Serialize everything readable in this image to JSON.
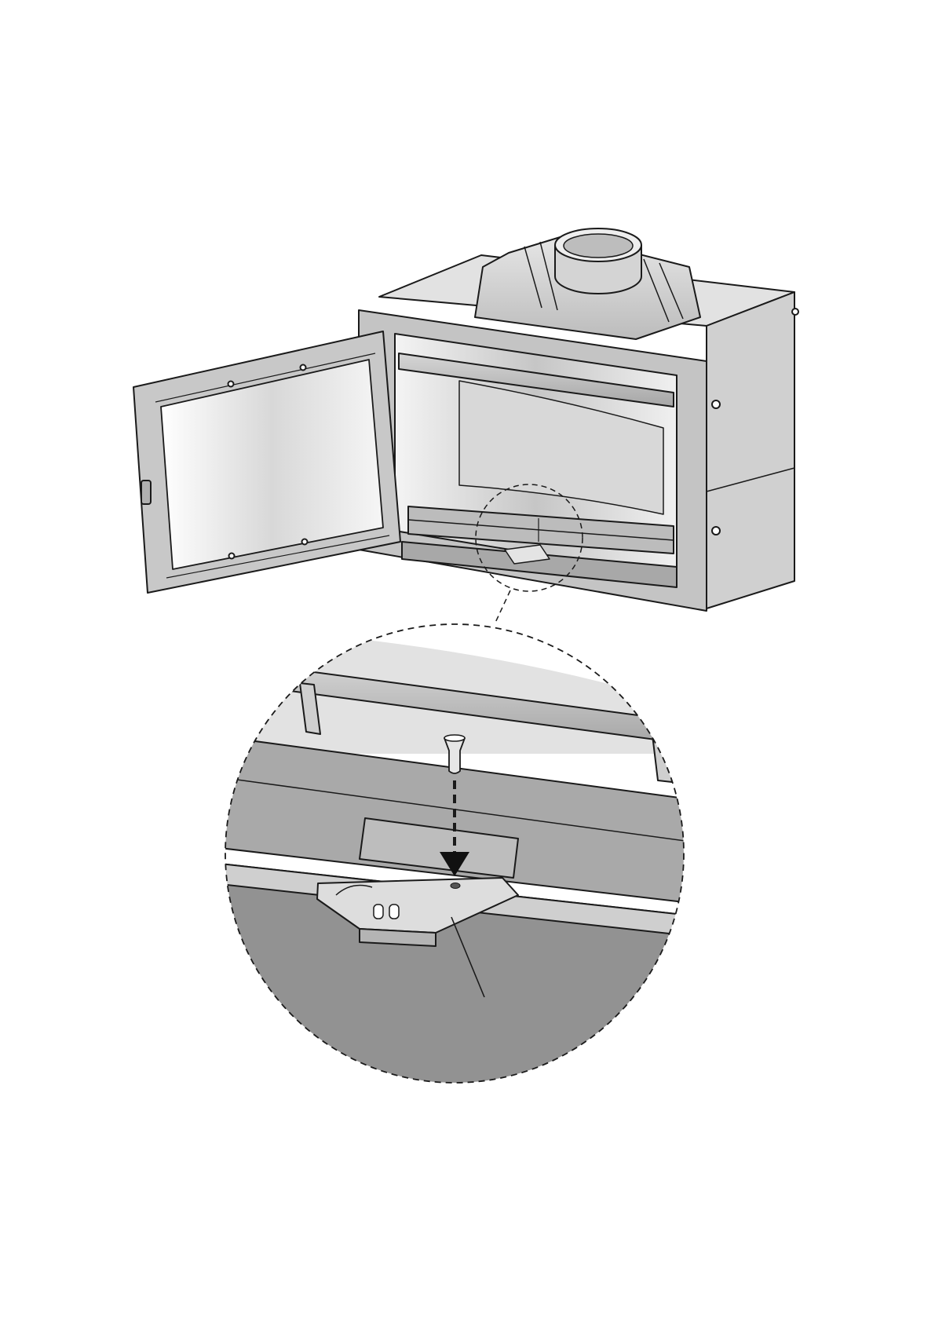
{
  "diagram": {
    "kind": "technical-assembly-illustration",
    "subject": "fireplace-insert",
    "elements": {
      "fireplace": "fireplace-insert-body",
      "door": "open-glass-door",
      "detail": "magnified-detail-circle",
      "screw": "countersunk-screw",
      "arrow": "insertion-arrow",
      "bracket": "mounting-bracket"
    },
    "colors": {
      "line": "#1a1a1a",
      "metal_light": "#dcdcdc",
      "metal_mid": "#b4b4b4",
      "metal_dark": "#8c8c8c",
      "glass": "#eeeeee",
      "background": "#ffffff"
    }
  }
}
